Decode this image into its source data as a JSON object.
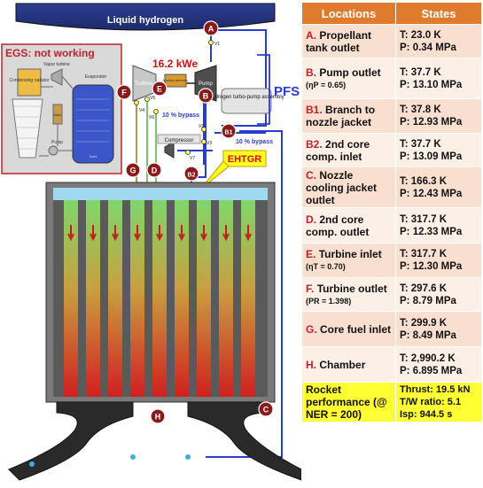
{
  "diagram": {
    "top_tank_label": "Liquid hydrogen",
    "egs_label": "EGS: not working",
    "egs_components": {
      "vapor_turbine": "Vapor turbine",
      "evaporator": "Evaporator",
      "condensing_radiator": "Condensing radiator",
      "pump": "Pump",
      "state": "Main",
      "inert": "Inert"
    },
    "power_label": "16.2 kWe",
    "turbine_label": "Turbine",
    "pump_label": "Pump",
    "alternator_label": "Auxiliary alternator",
    "turbopump_label": "Hydrogen turbo-pump assembly",
    "compressor_label": "Compressor",
    "pfs_label": "PFS",
    "ehtgr_label": "EHTGR",
    "bypass_label_1": "10 % bypass",
    "bypass_label_2": "10 % bypass",
    "valves": [
      "V1",
      "V2",
      "V3",
      "V4",
      "V5",
      "V6",
      "V7"
    ],
    "markers": [
      "A",
      "B",
      "B1",
      "B2",
      "C",
      "D",
      "E",
      "F",
      "G",
      "H"
    ]
  },
  "table": {
    "header_locations": "Locations",
    "header_states": "States",
    "rows": [
      {
        "letter": "A.",
        "name": "Propellant tank outlet",
        "note": "",
        "t": "T: 23.0 K",
        "p": "P: 0.34 MPa"
      },
      {
        "letter": "B.",
        "name": "Pump outlet",
        "note": "(ηP = 0.65)",
        "t": "T: 37.7 K",
        "p": "P: 13.10 MPa"
      },
      {
        "letter": "B1.",
        "name": "Branch to nozzle jacket",
        "note": "",
        "t": "T: 37.8 K",
        "p": "P: 12.93 MPa"
      },
      {
        "letter": "B2.",
        "name": "2nd core comp. inlet",
        "note": "",
        "t": "T: 37.7 K",
        "p": "P: 13.09 MPa"
      },
      {
        "letter": "C.",
        "name": "Nozzle cooling jacket outlet",
        "note": "",
        "t": "T: 166.3 K",
        "p": "P: 12.43 MPa"
      },
      {
        "letter": "D.",
        "name": "2nd core comp. outlet",
        "note": "",
        "t": "T: 317.7 K",
        "p": "P: 12.33 MPa"
      },
      {
        "letter": "E.",
        "name": "Turbine inlet",
        "note": "(ηT = 0.70)",
        "t": "T: 317.7 K",
        "p": "P: 12.30 MPa"
      },
      {
        "letter": "F.",
        "name": "Turbine outlet",
        "note": "(PR = 1.398)",
        "t": "T: 297.6 K",
        "p": "P: 8.79 MPa"
      },
      {
        "letter": "G.",
        "name": "Core fuel inlet",
        "note": "",
        "t": "T: 299.9 K",
        "p": "P: 8.49 MPa"
      },
      {
        "letter": "H.",
        "name": "Chamber",
        "note": "",
        "t": "T: 2,990.2 K",
        "p": "P: 6.895 MPa"
      }
    ],
    "performance": {
      "name": "Rocket performance (@ NER = 200)",
      "thrust": "Thrust: 19.5 kN",
      "tw": "T/W ratio: 5.1",
      "isp": "Isp: 944.5 s"
    }
  }
}
